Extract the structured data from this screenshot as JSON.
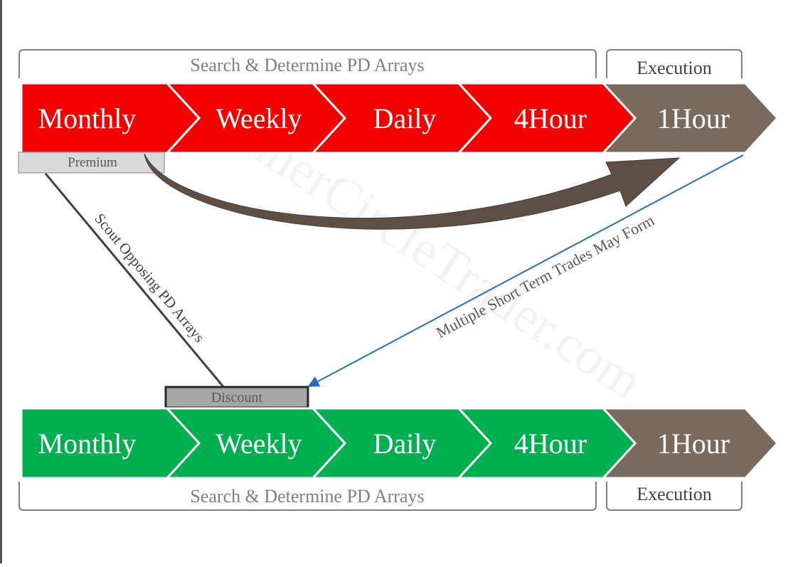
{
  "top_row": {
    "bracket_label": "Search & Determine PD Arrays",
    "execution_label": "Execution",
    "steps": [
      "Monthly",
      "Weekly",
      "Daily",
      "4Hour",
      "1Hour"
    ],
    "zone_label": "Premium",
    "color": "#f50000"
  },
  "bottom_row": {
    "bracket_label": "Search & Determine PD Arrays",
    "execution_label": "Execution",
    "steps": [
      "Monthly",
      "Weekly",
      "Daily",
      "4Hour",
      "1Hour"
    ],
    "zone_label": "Discount",
    "color": "#00b050"
  },
  "execution_color": "#7a6a5e",
  "connectors": {
    "scout_label": "Scout Opposing PD Arrays",
    "trades_label": "Multiple Short Term Trades May Form"
  },
  "watermark": "InnerCircleTrader.com"
}
